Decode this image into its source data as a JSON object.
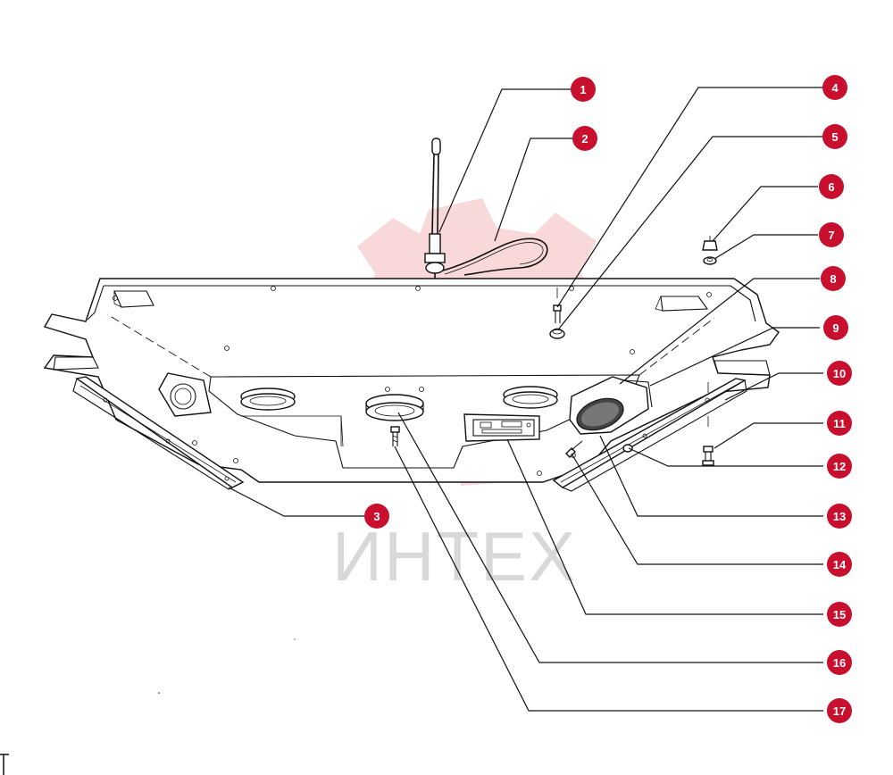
{
  "diagram": {
    "watermark": {
      "text": "ИНТЕХ",
      "color": "#d9d9d9",
      "emblem_color": "#f2c4c4"
    },
    "callout_color": "#c8102e",
    "callouts": [
      {
        "id": "1",
        "label": "1"
      },
      {
        "id": "2",
        "label": "2"
      },
      {
        "id": "3",
        "label": "3"
      },
      {
        "id": "4",
        "label": "4"
      },
      {
        "id": "5",
        "label": "5"
      },
      {
        "id": "6",
        "label": "6"
      },
      {
        "id": "7",
        "label": "7"
      },
      {
        "id": "8",
        "label": "8"
      },
      {
        "id": "9",
        "label": "9"
      },
      {
        "id": "10",
        "label": "10"
      },
      {
        "id": "11",
        "label": "11"
      },
      {
        "id": "12",
        "label": "12"
      },
      {
        "id": "13",
        "label": "13"
      },
      {
        "id": "14",
        "label": "14"
      },
      {
        "id": "15",
        "label": "15"
      },
      {
        "id": "16",
        "label": "16"
      },
      {
        "id": "17",
        "label": "17"
      }
    ]
  }
}
